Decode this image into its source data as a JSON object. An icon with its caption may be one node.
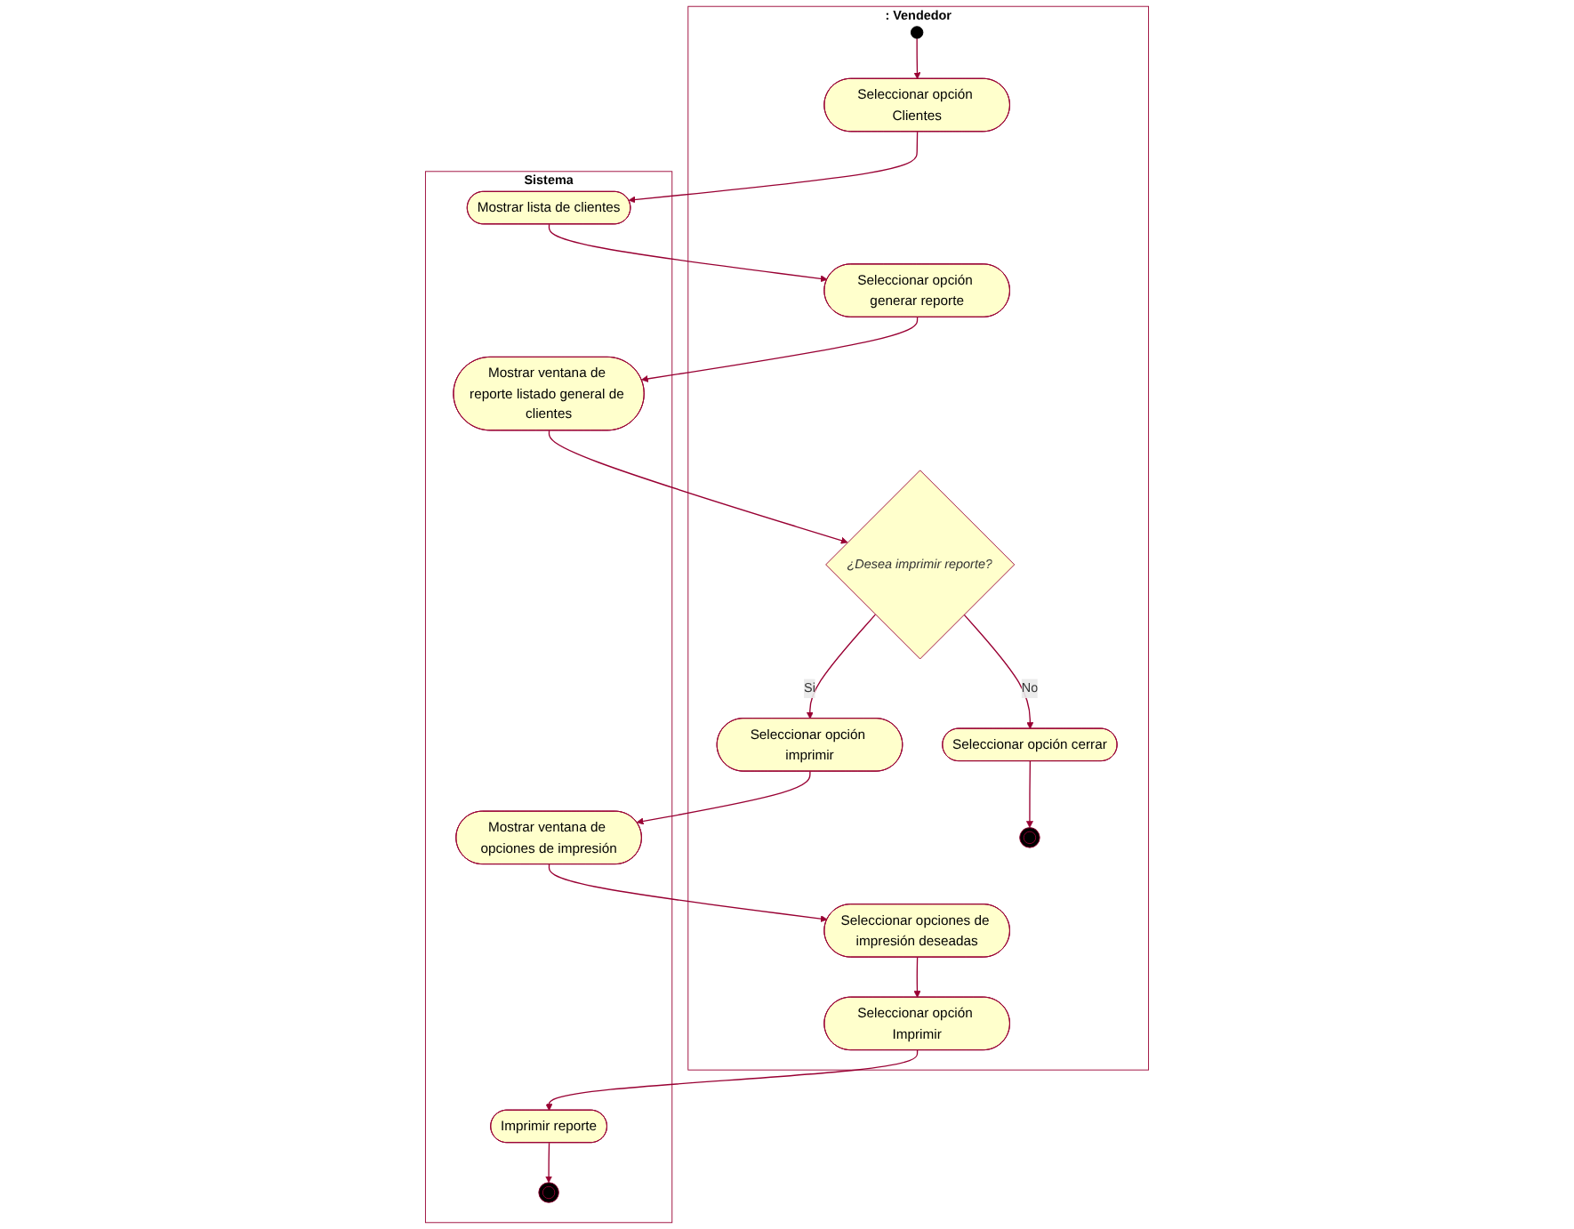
{
  "diagram": {
    "nodes": [
      {
        "text": [
          ": Vendedor"
        ]
      },
      {
        "text": [
          "Sistema"
        ]
      },
      {
        "text": [],
        "shape": "circle",
        "in": 0
      },
      {
        "text": [
          "Seleccionar opción Clientes"
        ],
        "in": 0
      },
      {
        "text": [
          "Mostrar lista de clientes"
        ],
        "in": 1
      },
      {
        "text": [
          "Seleccionar opción generar reporte"
        ],
        "in": 0
      },
      {
        "text": [
          "Mostrar ventana de reporte listado general de clientes"
        ],
        "in": 1
      },
      {
        "text": [
          "¿Desea imprimir reporte?"
        ],
        "in": 0
      },
      {
        "text": [
          "Seleccionar opción cerrar"
        ],
        "in": 0
      },
      {
        "text": [],
        "shape": "circle",
        "in": 0
      },
      {
        "text": [
          "Seleccionar opción imprimir"
        ],
        "in": 0
      },
      {
        "text": [
          "Mostrar ventana de opciones de impresión"
        ],
        "in": 1
      },
      {
        "text": [
          "Seleccionar opciones de impresión deseadas"
        ],
        "in": 0
      },
      {
        "text": [
          "Seleccionar opción Imprimir"
        ],
        "in": 0
      },
      {
        "text": [
          "Imprimir reporte"
        ],
        "in": 1
      },
      {
        "text": [],
        "shape": "circle",
        "in": 1
      }
    ],
    "edges": [
      {
        "from": 2,
        "to": 3,
        "arrow": "to"
      },
      {
        "from": 3,
        "to": 4,
        "arrow": "to"
      },
      {
        "from": 4,
        "to": 5,
        "arrow": "to"
      },
      {
        "from": 5,
        "to": 6,
        "arrow": "to"
      },
      {
        "from": 6,
        "to": 7,
        "arrow": "to"
      },
      {
        "from": 7,
        "to": 8,
        "label": "No",
        "arrow": "to"
      },
      {
        "from": 8,
        "to": 9,
        "arrow": "to"
      },
      {
        "from": 7,
        "to": 10,
        "label": "Si",
        "arrow": "to"
      },
      {
        "from": 10,
        "to": 11,
        "arrow": "to"
      },
      {
        "from": 11,
        "to": 12,
        "arrow": "to"
      },
      {
        "from": 12,
        "to": 13,
        "arrow": "to"
      },
      {
        "from": 13,
        "to": 14,
        "arrow": "to"
      },
      {
        "from": 14,
        "to": 15,
        "arrow": "to"
      }
    ]
  }
}
